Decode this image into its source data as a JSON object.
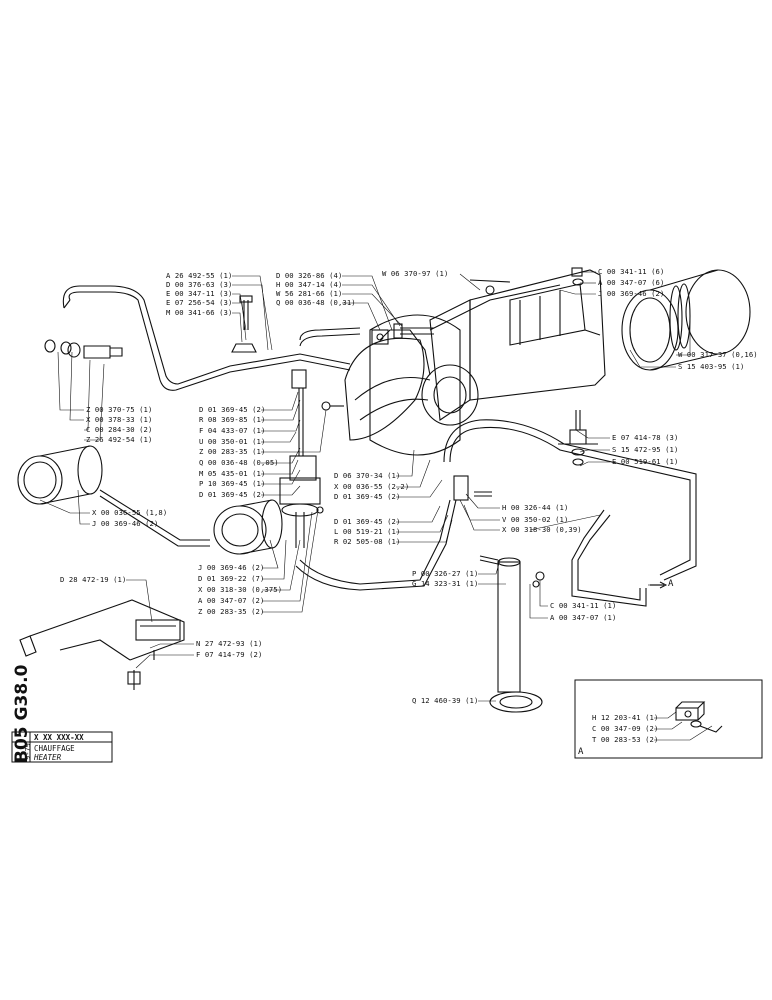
{
  "sheet": {
    "code": "B05 G38.0",
    "date": "9-79",
    "number_box": "X XX XXX-XX",
    "title_fr": "CHAUFFAGE",
    "title_en": "HEATER"
  },
  "labels": {
    "l_a26492_55": "A 26 492-55 (1)",
    "l_d00376_63": "D 00 376-63 (3)",
    "l_e00347_11": "E 00 347-11 (3)",
    "l_e07256_54": "E 07 256-54 (3)",
    "l_m00341_66": "M 00 341-66 (3)",
    "l_d00326_86": "D 00 326-86 (4)",
    "l_h00347_14": "H 00 347-14 (4)",
    "l_w56281_66": "W 56 281-66 (1)",
    "l_q00036_48a": "Q 00 036-48 (0,31)",
    "l_w06370_97": "W 06 370-97 (1)",
    "l_c00341_11a": "C 00 341-11 (6)",
    "l_a00347_07a": "A 00 347-07 (6)",
    "l_j00369_46a": "J 00 369-46 (2)",
    "l_w00317_37": "W 00 317-37 (0,16)",
    "l_s15403_95": "S 15 403-95 (1)",
    "l_z00370_75": "Z 00 370-75 (1)",
    "l_x00378_33": "X 00 378-33 (1)",
    "l_c00284_30": "C 00 284-30 (2)",
    "l_z26492_54": "Z 26 492-54 (1)",
    "l_d01369_45a": "D 01 369-45 (2)",
    "l_r08369_85": "R 08 369-85 (1)",
    "l_f04433_07": "F 04 433-07 (1)",
    "l_u00350_01": "U 00 350-01 (1)",
    "l_z00283_35a": "Z 00 283-35 (1)",
    "l_q00036_48b": "Q 00 036-48 (0,05)",
    "l_m05435_01": "M 05 435-01 (1)",
    "l_p10369_45": "P 10 369-45 (1)",
    "l_d01369_45b": "D 01 369-45 (2)",
    "l_e07414_78": "E 07 414-78 (3)",
    "l_s15472_95": "S 15 472-95 (1)",
    "l_e00519_61": "E 00 519-61 (1)",
    "l_d06370_34": "D 06 370-34 (1)",
    "l_x00036_55a": "X 00 036-55 (2,2)",
    "l_d01369_45c": "D 01 369-45 (2)",
    "l_x00036_55b": "X 00 036-55 (1,8)",
    "l_j00369_46b": "J 00 369-46 (2)",
    "l_d01369_45d": "D 01 369-45 (2)",
    "l_l00519_21": "L 00 519-21 (1)",
    "l_r02505_08": "R 02 505-08 (1)",
    "l_h00326_44": "H 00 326-44 (1)",
    "l_v00350_02": "V 00 350-02 (1)",
    "l_x00318_30a": "X 00 318-30 (0,39)",
    "l_j00369_46c": "J 00 369-46 (2)",
    "l_d01369_22": "D 01 369-22 (7)",
    "l_x00318_30b": "X 00 318-30 (0,375)",
    "l_a00347_07b": "A 00 347-07 (2)",
    "l_z00283_35b": "Z 00 283-35 (2)",
    "l_p00326_27": "P 00 326-27 (1)",
    "l_g14323_31": "G 14 323-31 (1)",
    "l_c00341_11b": "C 00 341-11 (1)",
    "l_a00347_07c": "A 00 347-07 (1)",
    "l_d28472_19": "D 28 472-19 (1)",
    "l_n27472_93": "N 27 472-93 (1)",
    "l_f07414_79": "F 07 414-79 (2)",
    "l_q12460_39": "Q 12 460-39 (1)",
    "l_h12203_41": "H 12 203-41 (1)",
    "l_c00347_09": "C 00 347-09 (2)",
    "l_t00283_53": "T 00 283-53 (2)",
    "l_ref_a1": "A",
    "l_ref_a2": "A"
  }
}
